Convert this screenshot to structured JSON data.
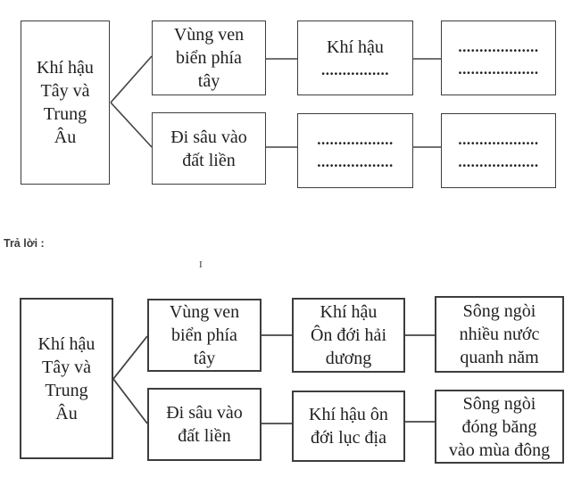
{
  "page": {
    "answer_label": "Trả lời :",
    "separator_mark": "I"
  },
  "colors": {
    "background": "#ffffff",
    "box_border": "#3d3d3d",
    "connector": "#444444",
    "text": "#1f1f1f",
    "answer_label_text": "#3b3b3b"
  },
  "diagram_question": {
    "root": "Khí hậu\nTây và\nTrung\nÂu",
    "branch_coast": "Vùng ven\nbiển phía\ntây",
    "branch_inland": "Đi sâu vào\nđất liền",
    "coast_climate": {
      "title": "Khí hậu",
      "dots": "................"
    },
    "coast_river": {
      "dots1": "...................",
      "dots2": "..................."
    },
    "inland_climate": {
      "dots1": "..................",
      "dots2": ".................."
    },
    "inland_river": {
      "dots1": "...................",
      "dots2": "..................."
    }
  },
  "diagram_answer": {
    "root": "Khí hậu\nTây và\nTrung\nÂu",
    "branch_coast": "Vùng ven\nbiển phía\ntây",
    "branch_inland": "Đi sâu vào\nđất liền",
    "coast_climate": "Khí hậu\nÔn đới hải\ndương",
    "coast_river": "Sông ngòi\nnhiều nước\nquanh năm",
    "inland_climate": "Khí hậu ôn\nđới lục địa",
    "inland_river": "Sông ngòi\nđóng băng\nvào mùa đông"
  }
}
